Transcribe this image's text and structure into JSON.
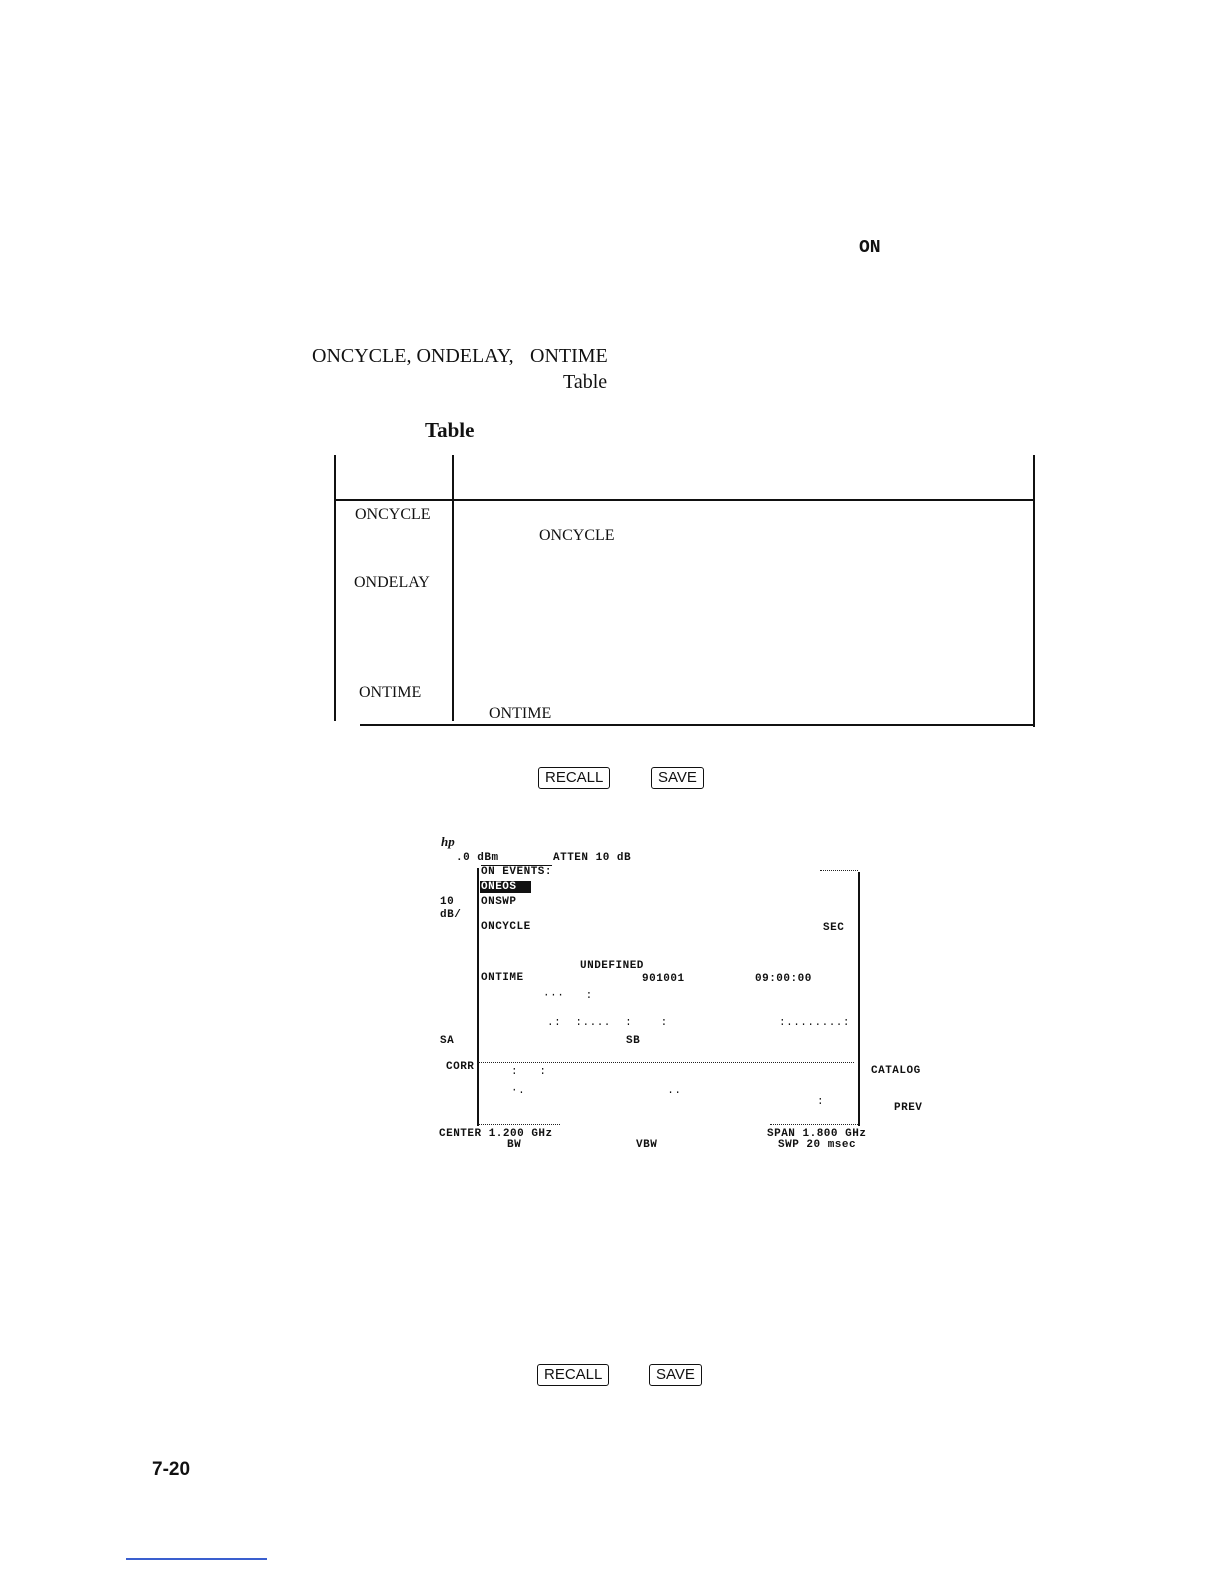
{
  "text_fragments": {
    "on_word": "ON",
    "event_list": "ONCYCLE, ONDELAY,",
    "ontime_word": "ONTIME",
    "table_ref": "Table"
  },
  "table": {
    "caption": "Table",
    "rows": [
      {
        "name": "ONCYCLE",
        "desc": "ONCYCLE"
      },
      {
        "name": "ONDELAY",
        "desc": ""
      },
      {
        "name": "ONTIME",
        "desc": "ONTIME"
      }
    ]
  },
  "keys": {
    "recall": "RECALL",
    "save": "SAVE"
  },
  "screen": {
    "logo": "hp",
    "ref_level": ".0 dBm",
    "atten": "ATTEN 10 dB",
    "scale_value": "10",
    "scale_unit": "dB/",
    "menu_title": "ON EVENTS:",
    "menu_selected": "ONEOS",
    "menu_onswp": "ONSWP",
    "menu_oncycle": "ONCYCLE",
    "sec_label": "SEC",
    "undefined_label": "UNDEFINED",
    "menu_ontime": "ONTIME",
    "date_value": "901001",
    "time_value": "09:00:00",
    "sa_label": "SA",
    "sb_label": "SB",
    "corr_label": "CORR",
    "softkey_catalog": "CATALOG",
    "softkey_prev": "PREV",
    "center": "CENTER 1.200 GHz",
    "rbw": "BW",
    "vbw": "VBW",
    "span": "SPAN 1.800 GHz",
    "sweep": "SWP 20 msec"
  },
  "page_number": "7-20"
}
